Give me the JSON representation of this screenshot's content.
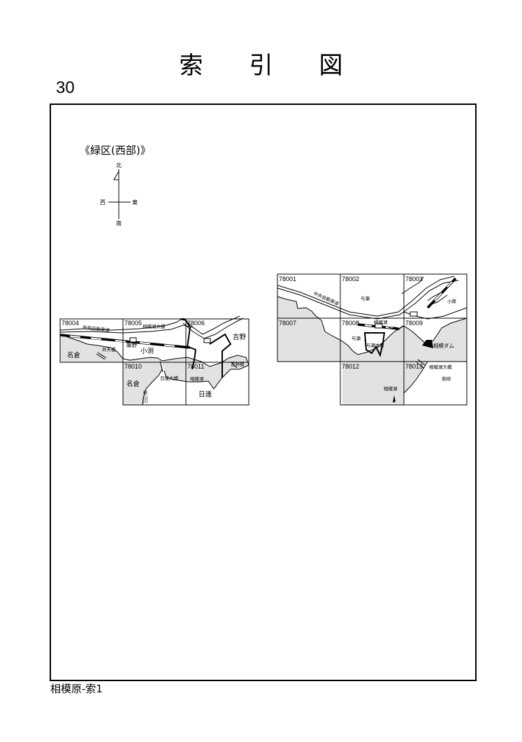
{
  "page": {
    "title": "索引図",
    "number": "30",
    "footer": "相模原-索1",
    "region": "《緑区(西部)》"
  },
  "compass": {
    "north": "北",
    "south": "南",
    "east": "東",
    "west": "西"
  },
  "left_map": {
    "tiles": [
      "78004",
      "78005",
      "78006",
      "78010",
      "78011"
    ],
    "labels": {
      "chuo_expressway": "中央自動車道",
      "sagamiko_ohashi": "相模湖大橋",
      "yoshino": "吉野",
      "fujino": "藤野",
      "kobuchi": "小渕",
      "benten_bashi": "弁天橋",
      "nagura_a": "名倉",
      "nagura_b": "名倉",
      "hizure_ohashi": "日連大橋",
      "sagamiko": "相模湖",
      "yoshino_bashi": "吉野橋",
      "akiyama_gawa": "秋山川",
      "hizure": "日連"
    }
  },
  "right_map": {
    "tiles": [
      "78001",
      "78002",
      "78003",
      "78007",
      "78008",
      "78009",
      "78012",
      "78013"
    ],
    "labels": {
      "chuo_expressway": "中央自動車道",
      "yose_a": "与瀬",
      "obara": "小原",
      "sagamiko_station": "相模湖",
      "yose_b": "与瀬",
      "yose_honcho": "与瀬本町",
      "sagami_dam": "相模ダム",
      "sagamiko_ohashi": "相模湖大橋",
      "wakayanagi": "若柳",
      "sagamiko": "相模湖"
    }
  },
  "colors": {
    "water": "#e2e2e2",
    "ink": "#000000",
    "paper": "#ffffff"
  }
}
